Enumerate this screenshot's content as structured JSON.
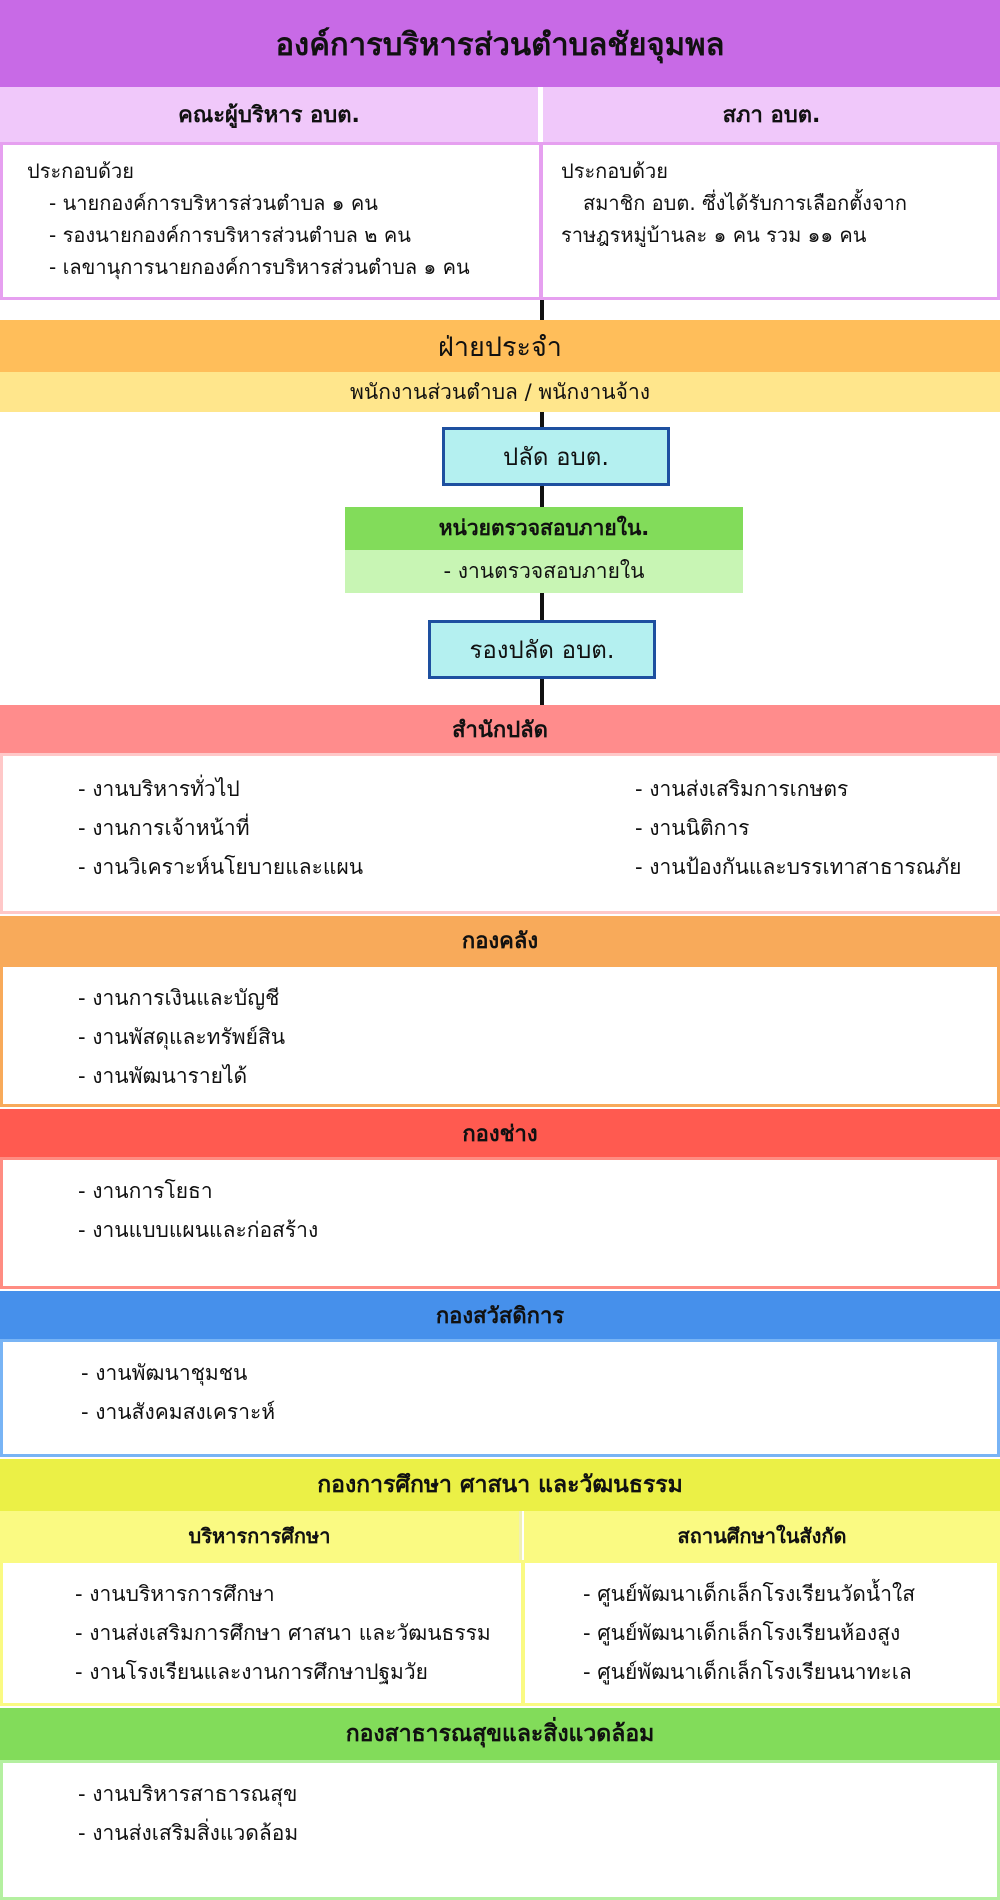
{
  "title": "องค์การบริหารส่วนตำบลชัยจุมพล",
  "executives": {
    "heading": "คณะผู้บริหาร อบต.",
    "intro": "ประกอบด้วย",
    "items": [
      "- นายกองค์การบริหารส่วนตำบล ๑ คน",
      "- รองนายกองค์การบริหารส่วนตำบล ๒ คน",
      "- เลขานุการนายกองค์การบริหารส่วนตำบล ๑ คน"
    ]
  },
  "council": {
    "heading": "สภา อบต.",
    "intro": "ประกอบด้วย",
    "line1": "สมาชิก อบต. ซึ่งได้รับการเลือกตั้งจาก",
    "line2": "ราษฎรหมู่บ้านละ ๑ คน รวม ๑๑ คน"
  },
  "staff": {
    "heading": "ฝ่ายประจำ",
    "subheading": "พนักงานส่วนตำบล / พนักงานจ้าง"
  },
  "palad": "ปลัด อบต.",
  "audit": {
    "heading": "หน่วยตรวจสอบภายใน.",
    "item": "- งานตรวจสอบภายใน"
  },
  "deputy_palad": "รองปลัด อบต.",
  "office_palad": {
    "heading": "สำนักปลัด",
    "left": [
      "- งานบริหารทั่วไป",
      "- งานการเจ้าหน้าที่",
      "- งานวิเคราะห์นโยบายและแผน"
    ],
    "right": [
      "- งานส่งเสริมการเกษตร",
      "- งานนิติการ",
      "- งานป้องกันและบรรเทาสาธารณภัย"
    ]
  },
  "finance": {
    "heading": "กองคลัง",
    "items": [
      "- งานการเงินและบัญชี",
      "- งานพัสดุและทรัพย์สิน",
      "- งานพัฒนารายได้"
    ]
  },
  "engineering": {
    "heading": "กองช่าง",
    "items": [
      "- งานการโยธา",
      "- งานแบบแผนและก่อสร้าง"
    ]
  },
  "welfare": {
    "heading": "กองสวัสดิการ",
    "items": [
      "- งานพัฒนาชุมชน",
      "- งานสังคมสงเคราะห์"
    ]
  },
  "education": {
    "heading": "กองการศึกษา ศาสนา และวัฒนธรรม",
    "admin": {
      "heading": "บริหารการศึกษา",
      "items": [
        "- งานบริหารการศึกษา",
        "- งานส่งเสริมการศึกษา ศาสนา และวัฒนธรรม",
        "- งานโรงเรียนและงานการศึกษาปฐมวัย"
      ]
    },
    "schools": {
      "heading": "สถานศึกษาในสังกัด",
      "items": [
        "- ศูนย์พัฒนาเด็กเล็กโรงเรียนวัดน้ำใส",
        "- ศูนย์พัฒนาเด็กเล็กโรงเรียนห้องสูง",
        "- ศูนย์พัฒนาเด็กเล็กโรงเรียนนาทะเล"
      ]
    }
  },
  "health": {
    "heading": "กองสาธารณสุขและสิ่งแวดล้อม",
    "items": [
      "- งานบริหารสาธารณสุข",
      "- งานส่งเสริมสิ่งแวดล้อม"
    ]
  },
  "colors": {
    "title_bg": "#c86ae6",
    "exec_header_bg": "#f0c8fa",
    "exec_border": "#e6a0f0",
    "staff_bg": "#ffbe5a",
    "staff_sub_bg": "#ffe68c",
    "palad_bg": "#b4f0f0",
    "palad_border": "#1e50a0",
    "audit_bg": "#82dc5a",
    "audit_sub_bg": "#c8f5b4",
    "office_palad_bg": "#ff8c8c",
    "finance_bg": "#f8aa5a",
    "engineering_bg": "#ff5a50",
    "welfare_bg": "#4690eb",
    "education_bg": "#ebf046",
    "education_sub_bg": "#fafa82",
    "health_bg": "#82dc5a"
  }
}
